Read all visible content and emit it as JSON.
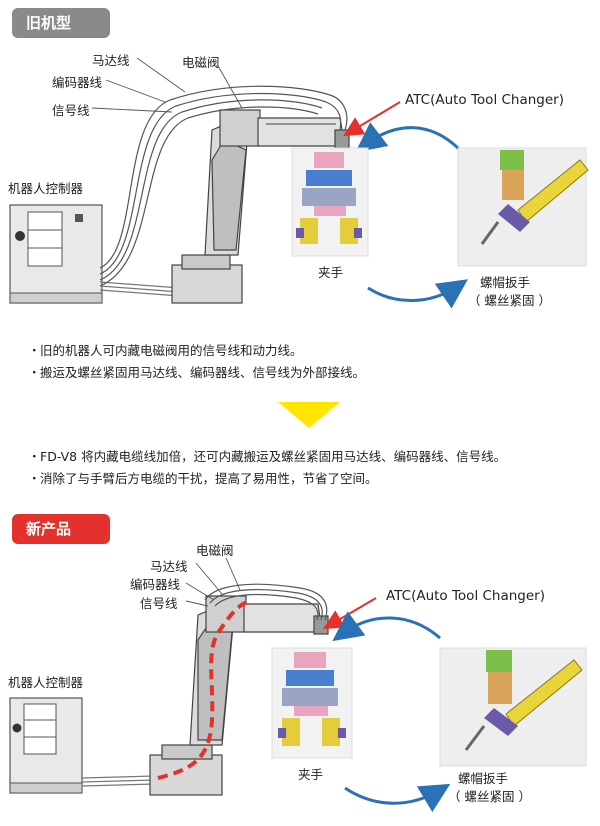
{
  "old": {
    "badge": "旧机型",
    "labels": {
      "motor_line": "马达线",
      "solenoid": "电磁阀",
      "encoder_line": "编码器线",
      "signal_line": "信号线",
      "controller": "机器人控制器",
      "atc": "ATC(Auto Tool Changer)",
      "gripper": "夹手",
      "wrench": "螺帽扳手",
      "wrench_sub": "（ 螺丝紧固 ）"
    },
    "bullets": [
      "旧的机器人可内藏电磁阀用的信号线和动力线。",
      "搬运及螺丝紧固用马达线、编码器线、信号线为外部接线。"
    ]
  },
  "new": {
    "badge": "新产品",
    "labels": {
      "solenoid": "电磁阀",
      "motor_line": "马达线",
      "encoder_line": "编码器线",
      "signal_line": "信号线",
      "controller": "机器人控制器",
      "atc": "ATC(Auto Tool Changer)",
      "gripper": "夹手",
      "wrench": "螺帽扳手",
      "wrench_sub": "（ 螺丝紧固 ）"
    },
    "bullets": [
      "FD-V8 将内藏电缆线加倍，还可内藏搬运及螺丝紧固用马达线、编码器线、信号线。",
      "消除了与手臂后方电缆的干扰，提高了易用性，节省了空间。"
    ]
  },
  "bullet_mark": "・",
  "colors": {
    "arrow_yellow": "#ffe600",
    "red_accent": "#e3312e",
    "blue_arrow": "#2a72b5",
    "badge_grey": "#8a8a8a"
  }
}
